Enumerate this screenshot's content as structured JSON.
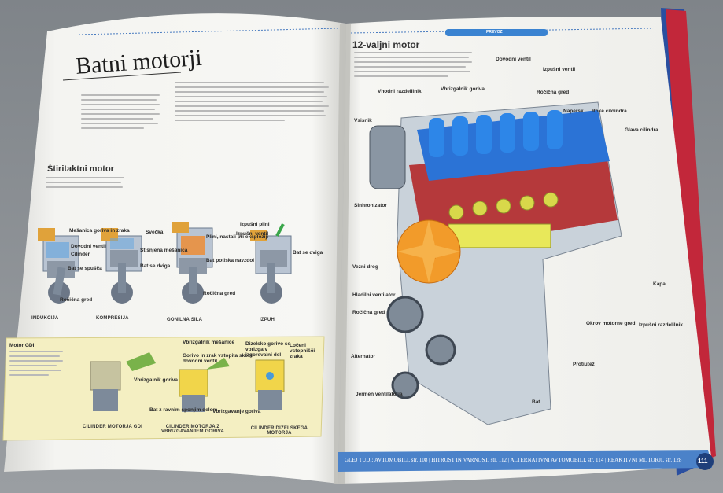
{
  "left_page": {
    "title": "Batni motorji",
    "section_title": "Štiritaktni motor",
    "steps": [
      {
        "caption": "INDUKCIJA"
      },
      {
        "caption": "KOMPRESIJA"
      },
      {
        "caption": "GONILNA SILA"
      },
      {
        "caption": "IZPUH"
      }
    ],
    "step_labels": {
      "s1": [
        "Mešanica goriva in zraka",
        "Dovodni ventil",
        "Cilinder",
        "Bat se spušča"
      ],
      "s2": [
        "Svečka",
        "Stisnjena mešanica",
        "Bat se dviga"
      ],
      "s3": [
        "Plini, nastali pri eksploziji",
        "Bat potiska navzdol"
      ],
      "s4": [
        "Izpušni plini",
        "Izpušni ventil",
        "Bat se dviga"
      ],
      "shared": "Ročična gred"
    },
    "gdi_box": {
      "title": "Motor GDI",
      "labels": [
        "Vbrizgalnik mešanice",
        "Gorivo in zrak vstopita skozi dovodni ventil",
        "Dizelsko gorivo se vbrizga v izgorevalni del",
        "Ločeni vstopnišči zraka",
        "Vbrizgalnik goriva",
        "Bat z ravnim sponjim delom",
        "Vbrizgavanje goriva"
      ],
      "captions": [
        "CILINDER MOTORJA GDI",
        "CILINDER MOTORJA Z VBRIZGAVANJEM GORIVA",
        "CILINDER DIZELSKEGA MOTORJA"
      ]
    }
  },
  "right_page": {
    "badge": "PREVOZ",
    "title": "12-valjni motor",
    "labels": [
      "Vhodni razdelilnik",
      "Vbrizgalnik goriva",
      "Dovodni ventil",
      "Izpušni ventil",
      "Ročična gred",
      "Napersk",
      "Roke ciloindra",
      "Glava cilindra",
      "Vsisnik",
      "Sinhronizator",
      "Vezni drog",
      "Hladilni ventilator",
      "Ročična gred",
      "Alternator",
      "Jermen ventilatorja",
      "Kapa",
      "Okrov motorne gredi",
      "Izpušni razdelilnik",
      "Protiutež",
      "Bat"
    ]
  },
  "footer": {
    "text": "GLEJ TUDI: AVTOMOBILI, str. 108 | HITROST IN VARNOST, str. 112 | ALTERNATIVNI AVTOMOBILI, str. 114 | REAKTIVNI MOTORJI, str. 128",
    "page_number": "111"
  }
}
